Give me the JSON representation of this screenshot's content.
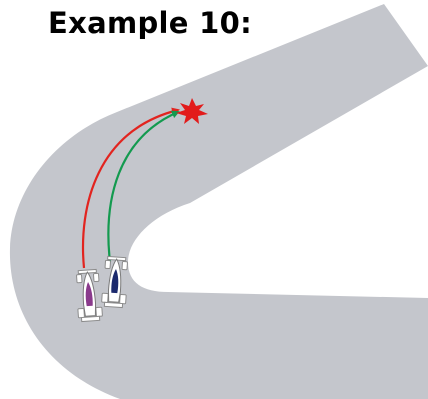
{
  "title": "Example 10:",
  "colors": {
    "track": "#c4c6cc",
    "trajectory_red": "#e2241f",
    "trajectory_green": "#139a4f",
    "crash_star": "#e21b1b",
    "car_purple": "#8a3a8c",
    "car_navy": "#1c2a6e",
    "car_white": "#ffffff"
  },
  "elements": {
    "track": "curved-race-track",
    "cars": [
      "race-car-purple",
      "race-car-navy"
    ],
    "trajectories": [
      "red-trajectory",
      "green-trajectory"
    ],
    "collision": "crash-star-icon"
  }
}
